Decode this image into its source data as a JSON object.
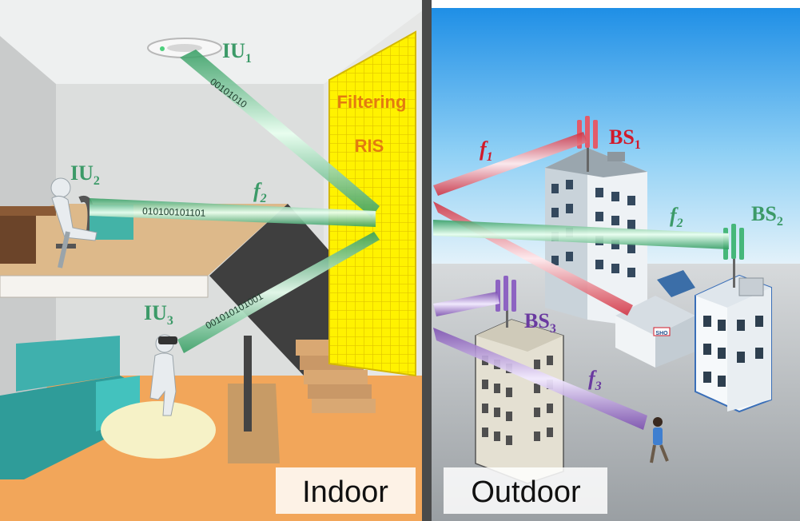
{
  "ris_label": {
    "line1": "Filtering",
    "line2": "RIS"
  },
  "indoor_users": [
    {
      "name": "IU",
      "sub": "1",
      "bits": "00101010"
    },
    {
      "name": "IU",
      "sub": "2",
      "bits": "010100101101"
    },
    {
      "name": "IU",
      "sub": "3",
      "bits": "001010101001"
    }
  ],
  "indoor_freq": {
    "name": "f",
    "sub": "2"
  },
  "base_stations": [
    {
      "name": "BS",
      "sub": "1"
    },
    {
      "name": "BS",
      "sub": "2"
    },
    {
      "name": "BS",
      "sub": "3"
    }
  ],
  "outdoor_freqs": [
    {
      "name": "f",
      "sub": "1"
    },
    {
      "name": "f",
      "sub": "2"
    },
    {
      "name": "f",
      "sub": "3"
    }
  ],
  "shop_sign": "SHO",
  "scene_labels": {
    "indoor": "Indoor",
    "outdoor": "Outdoor"
  },
  "colors": {
    "green_beam": "#4fbf7f",
    "red_beam": "#e2505f",
    "purple_beam": "#9a6cc4",
    "ris_yellow": "#fff200"
  }
}
